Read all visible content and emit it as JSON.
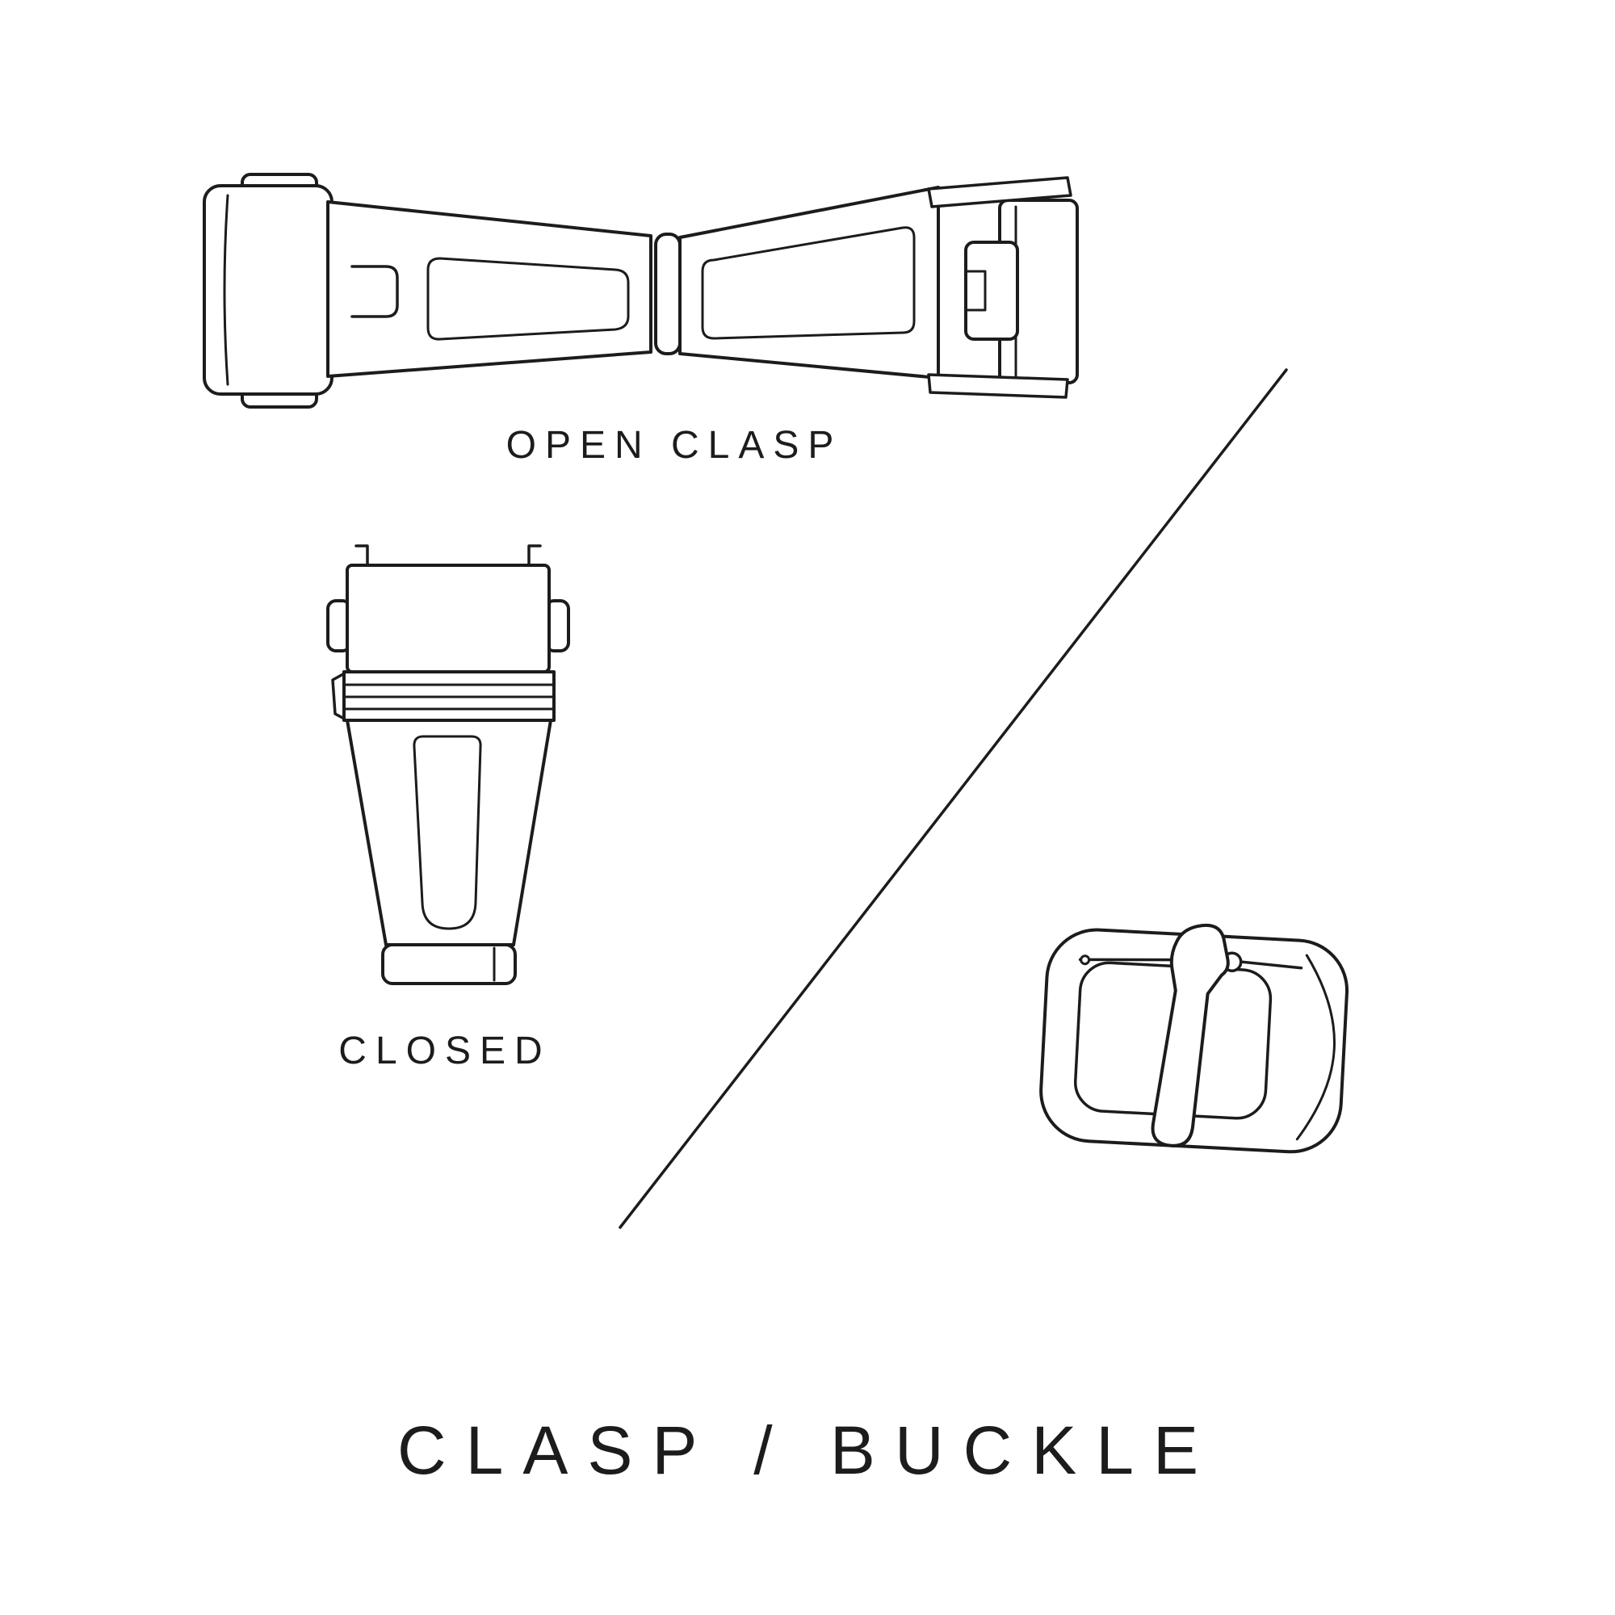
{
  "page": {
    "background_color": "#ffffff",
    "ink_color": "#1c1c1c",
    "title": "CLASP / BUCKLE"
  },
  "labels": {
    "open_clasp": "OPEN CLASP",
    "closed": "CLOSED"
  },
  "figures": {
    "open_clasp": "open deployant clasp, top view line drawing",
    "closed_clasp": "closed clasp, top view line drawing",
    "buckle": "tang buckle, perspective line drawing",
    "divider": "diagonal divider line"
  }
}
